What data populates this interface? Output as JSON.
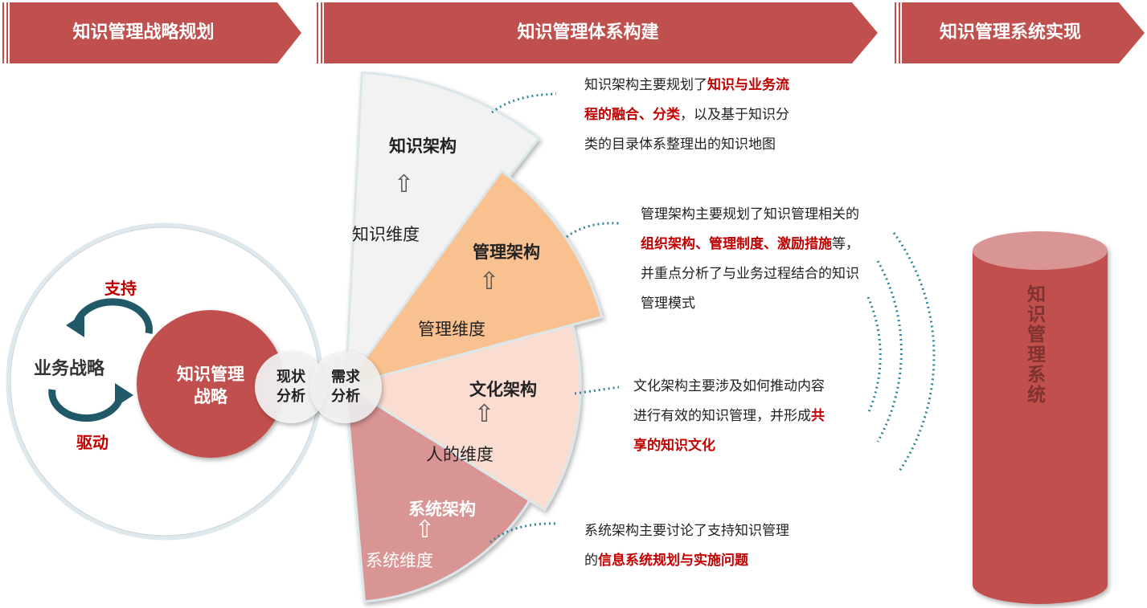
{
  "headers": [
    "知识管理战略规划",
    "知识管理体系构建",
    "知识管理系统实现"
  ],
  "left": {
    "business_strategy": "业务战略",
    "support": "支持",
    "drive": "驱动",
    "km_strategy_line1": "知识管理",
    "km_strategy_line2": "战略",
    "status_analysis_line1": "现状",
    "status_analysis_line2": "分析",
    "demand_analysis_line1": "需求",
    "demand_analysis_line2": "分析"
  },
  "sectors": [
    {
      "title": "知识架构",
      "dimension": "知识维度"
    },
    {
      "title": "管理架构",
      "dimension": "管理维度"
    },
    {
      "title": "文化架构",
      "dimension": "人的维度"
    },
    {
      "title": "系统架构",
      "dimension": "系统维度"
    }
  ],
  "descriptions": [
    {
      "p1": "知识架构主要规划了",
      "h1": "知识与业务流程的融合、分类",
      "p2": "，以及基于知识分类的目录体系整理出的知识地图"
    },
    {
      "p1": "管理架构主要规划了知识管理相关的",
      "h1": "组织架构、管理制度、激励措施",
      "p2": "等，并重点分析了与业务过程结合的知识管理模式"
    },
    {
      "p1": "文化架构主要涉及如何推动内容进行有效的知识管理，并形成",
      "h1": "共享的知识文化",
      "p2": ""
    },
    {
      "p1": "系统架构主要讨论了支持知识管理的",
      "h1": "信息系统规划与实施问题",
      "p2": ""
    }
  ],
  "cylinder_label": "知识管理系统",
  "colors": {
    "header": "#c0504d",
    "accent": "#c00000",
    "gray": "#f2f2f2",
    "orange": "#f9c18f",
    "pink": "#fbdcd0",
    "rose": "#d99594",
    "teal": "#215968"
  }
}
